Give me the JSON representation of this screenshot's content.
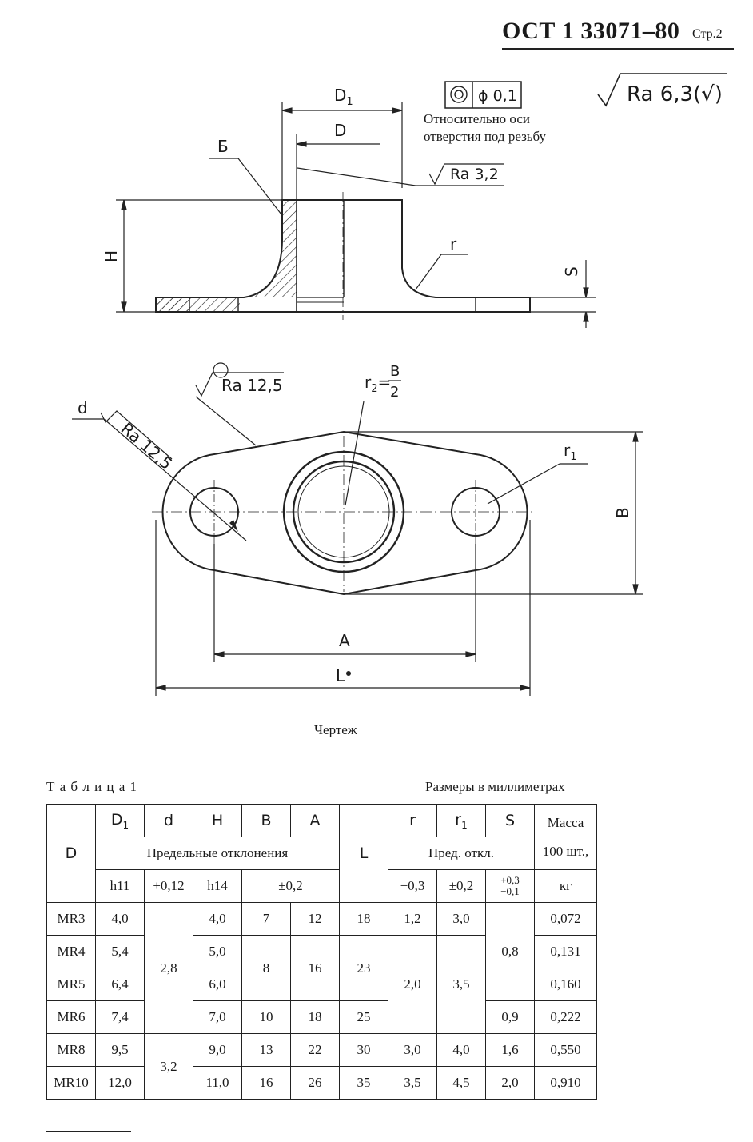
{
  "header": {
    "code": "ОСТ 1  33071–80",
    "page": "Стр.2"
  },
  "drawing": {
    "roughness_general": "Ra 6,3(√)",
    "label_D1": "D",
    "label_D1_sub": "1",
    "label_D": "D",
    "label_B_section": "Б",
    "tolerance_value": "ϕ 0,1",
    "tolerance_note_1": "Относительно оси",
    "tolerance_note_2": "отверстия под резьбу",
    "roughness_bore": "Ra 3,2",
    "label_r": "r",
    "label_H": "H",
    "label_S": "S",
    "roughness_top": "Ra 12,5",
    "label_r2": "r",
    "label_r2_sub": "2",
    "label_r2_num": "B",
    "label_r2_den": "2",
    "label_d": "d",
    "roughness_hole": "Ra 12,5",
    "label_r1": "r",
    "label_r1_sub": "1",
    "label_B": "B",
    "label_A": "A",
    "label_L": "L",
    "caption": "Чертеж"
  },
  "table": {
    "title": "Т а б л и ц а  1",
    "units": "Размеры в миллиметрах",
    "head": {
      "D": "D",
      "D1": "D",
      "D1_sub": "1",
      "d": "d",
      "H": "H",
      "B": "B",
      "A": "A",
      "L": "L",
      "r": "r",
      "r1": "r",
      "r1_sub": "1",
      "S": "S",
      "mass_1": "Масса",
      "mass_2": "100 шт.,",
      "mass_3": "кг",
      "dev_span": "Предельные отклонения",
      "dev_short": "Пред. откл.",
      "tol_D1": "h11",
      "tol_d": "+0,12",
      "tol_H": "h14",
      "tol_BA": "±0,2",
      "tol_r": "−0,3",
      "tol_r1": "±0,2",
      "tol_S_1": "+0,3",
      "tol_S_2": "−0,1"
    },
    "rows": [
      {
        "D": "MR3",
        "D1": "4,0",
        "H": "4,0",
        "B": "7",
        "A": "12",
        "L": "18",
        "r": "1,2",
        "r1": "3,0",
        "mass": "0,072"
      },
      {
        "D": "MR4",
        "D1": "5,4",
        "H": "5,0",
        "mass": "0,131"
      },
      {
        "D": "MR5",
        "D1": "6,4",
        "H": "6,0",
        "mass": "0,160"
      },
      {
        "D": "MR6",
        "D1": "7,4",
        "H": "7,0",
        "B": "10",
        "A": "18",
        "L": "25",
        "S": "0,9",
        "mass": "0,222"
      },
      {
        "D": "MR8",
        "D1": "9,5",
        "H": "9,0",
        "B": "13",
        "A": "22",
        "L": "30",
        "r": "3,0",
        "r1": "4,0",
        "S": "1,6",
        "mass": "0,550"
      },
      {
        "D": "MR10",
        "D1": "12,0",
        "H": "11,0",
        "B": "16",
        "A": "26",
        "L": "35",
        "r": "3,5",
        "r1": "4,5",
        "S": "2,0",
        "mass": "0,910"
      }
    ],
    "merged": {
      "d_a": "2,8",
      "d_b": "3,2",
      "BA_B": "8",
      "BA_A": "16",
      "L": "23",
      "r": "2,0",
      "r1": "3,5",
      "S": "0,8"
    }
  }
}
